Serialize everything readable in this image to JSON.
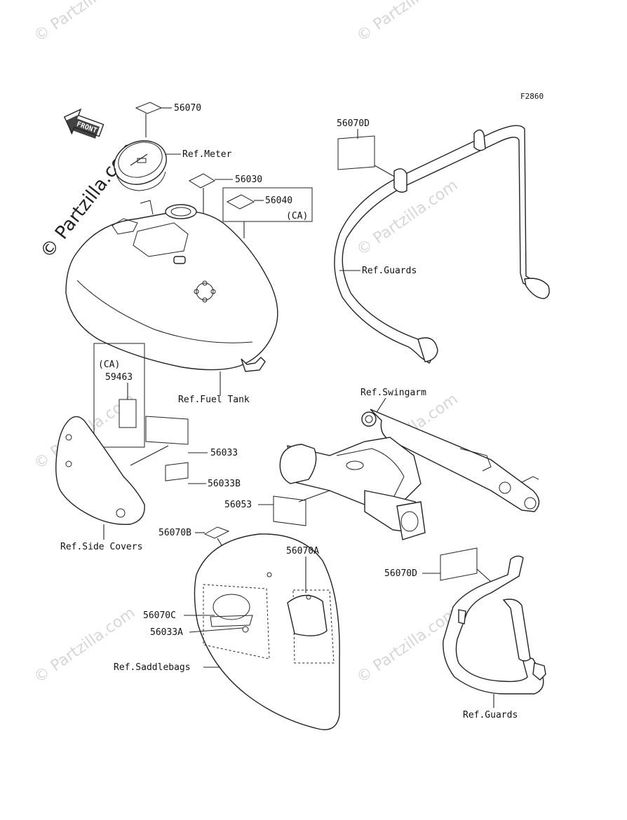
{
  "figure_code": "F2860",
  "front_arrow_text": "FRONT",
  "watermarks": {
    "text": "© Partzilla.com",
    "main_text": "© Partzilla.com"
  },
  "callouts": {
    "p56070": "56070",
    "ref_meter": "Ref.Meter",
    "p56030": "56030",
    "p56040": "56040",
    "ca_1": "(CA)",
    "p56070D_top": "56070D",
    "ref_guards_top": "Ref.Guards",
    "ref_fuel_tank": "Ref.Fuel Tank",
    "ca_2": "(CA)",
    "p59463": "59463",
    "ref_swingarm": "Ref.Swingarm",
    "p56033": "56033",
    "p56033B": "56033B",
    "p56053": "56053",
    "p56070B": "56070B",
    "ref_side_covers": "Ref.Side Covers",
    "p56070A": "56070A",
    "p56070D_bottom": "56070D",
    "p56070C": "56070C",
    "p56033A": "56033A",
    "ref_saddlebags": "Ref.Saddlebags",
    "ref_guards_bottom": "Ref.Guards"
  }
}
